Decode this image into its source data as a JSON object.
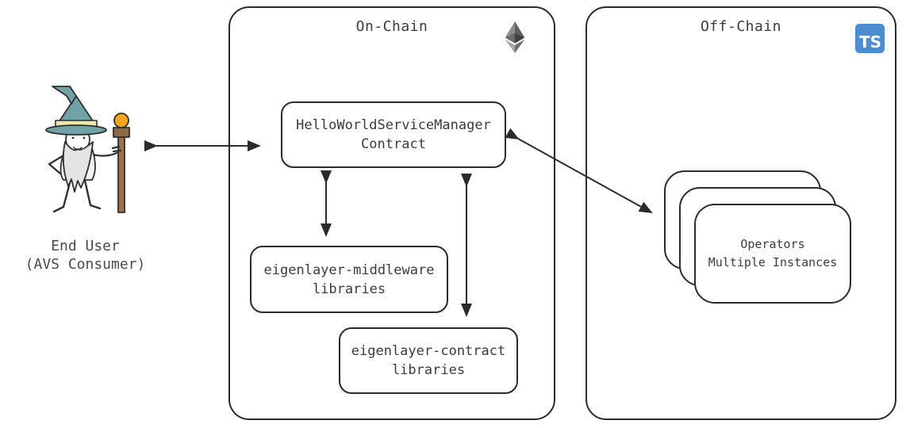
{
  "end_user": {
    "label_line1": "End User",
    "label_line2": "(AVS Consumer)"
  },
  "on_chain": {
    "title": "On-Chain",
    "service_manager_box": {
      "line1": "HelloWorldServiceManager",
      "line2": "Contract"
    },
    "middleware_box": {
      "line1": "eigenlayer-middleware",
      "line2": "libraries"
    },
    "contract_box": {
      "line1": "eigenlayer-contract",
      "line2": "libraries"
    }
  },
  "off_chain": {
    "title": "Off-Chain",
    "ts_badge_text": "TS",
    "operators_box": {
      "line1": "Operators",
      "line2": "Multiple Instances"
    }
  },
  "icons": {
    "ethereum": "ethereum-icon",
    "typescript": "ts-badge",
    "end_user": "wizard-illustration"
  },
  "colors": {
    "background": "#ffffff",
    "stroke": "#2b2b2b",
    "text": "#3b3b3b",
    "ts_blue": "#4e8cd0",
    "eth_gray_dark": "#5a5a5a",
    "eth_gray_light": "#9c9c9c",
    "hat_teal": "#6fa3a8",
    "hat_band_yellow": "#efe9a3",
    "staff_brown": "#9a7148",
    "orb_orange": "#f7a51c",
    "beard_gray": "#e4e4e4"
  }
}
